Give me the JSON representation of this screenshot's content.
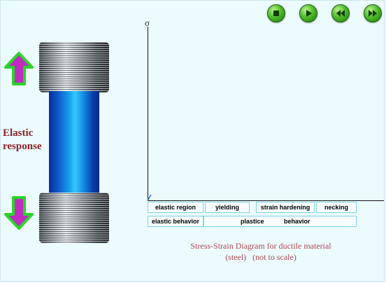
{
  "controls": {
    "stop": "stop",
    "play": "play",
    "rewind": "rewind",
    "forward": "fast-forward"
  },
  "specimen": {
    "label": "Elastic response"
  },
  "chart": {
    "y_axis_symbol": "σ"
  },
  "stages": {
    "elastic_region": "elastic region",
    "yielding": "yielding",
    "strain_hardening": "strain hardening",
    "necking": "necking",
    "elastic_behavior": "elastic behavior",
    "plastice": "plastice",
    "behavior": "behavior"
  },
  "caption": {
    "line1": "Stress-Strain Diagram for ductile material",
    "line2": "(steel)   (not to scale)"
  },
  "colors": {
    "background": "#ebfbfe",
    "arrow_fill": "#c02cc0",
    "arrow_outline": "#2bd52b",
    "label_color": "#8a2128",
    "caption_color": "#b0464e",
    "legend_border": "#7dd3e8"
  }
}
